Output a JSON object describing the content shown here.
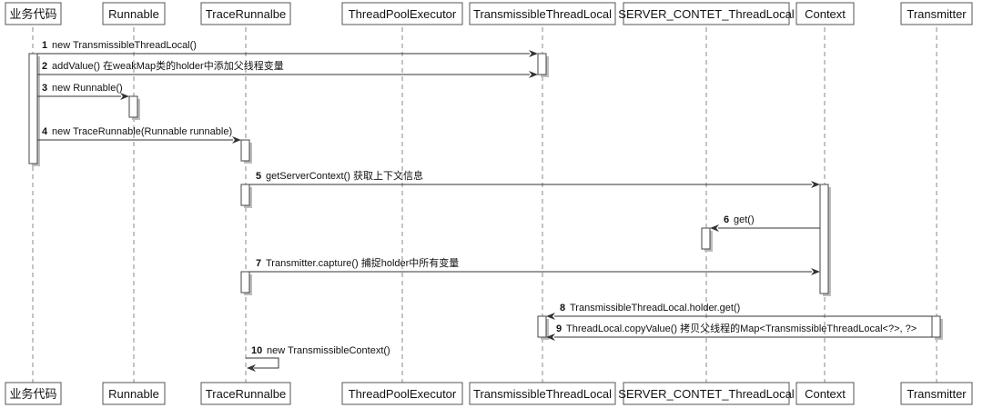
{
  "participants": [
    {
      "id": "p0",
      "name": "业务代码"
    },
    {
      "id": "p1",
      "name": "Runnable"
    },
    {
      "id": "p2",
      "name": "TraceRunnalbe"
    },
    {
      "id": "p3",
      "name": "ThreadPoolExecutor"
    },
    {
      "id": "p4",
      "name": "TransmissibleThreadLocal"
    },
    {
      "id": "p5",
      "name": "SERVER_CONTET_ThreadLocal"
    },
    {
      "id": "p6",
      "name": "Context"
    },
    {
      "id": "p7",
      "name": "Transmitter"
    }
  ],
  "messages": [
    {
      "num": "1",
      "text": "new TransmissibleThreadLocal()",
      "from": "p0",
      "to": "p4"
    },
    {
      "num": "2",
      "text": "addValue() 在weakMap类的holder中添加父线程变量",
      "from": "p0",
      "to": "p4"
    },
    {
      "num": "3",
      "text": "new Runnable()",
      "from": "p0",
      "to": "p1"
    },
    {
      "num": "4",
      "text": "new TraceRunnable(Runnable runnable)",
      "from": "p0",
      "to": "p2"
    },
    {
      "num": "5",
      "text": "getServerContext() 获取上下文信息",
      "from": "p2",
      "to": "p6"
    },
    {
      "num": "6",
      "text": "get()",
      "from": "p6",
      "to": "p5"
    },
    {
      "num": "7",
      "text": "Transmitter.capture() 捕捉holder中所有变量",
      "from": "p2",
      "to": "p6"
    },
    {
      "num": "8",
      "text": "TransmissibleThreadLocal.holder.get()",
      "from": "p7",
      "to": "p4"
    },
    {
      "num": "9",
      "text": "ThreadLocal.copyValue() 拷贝父线程的Map<TransmissibleThreadLocal<?>, ?>",
      "from": "p7",
      "to": "p4"
    },
    {
      "num": "10",
      "text": "new TransmissibleContext()",
      "from": "p2",
      "to": "p2"
    }
  ]
}
